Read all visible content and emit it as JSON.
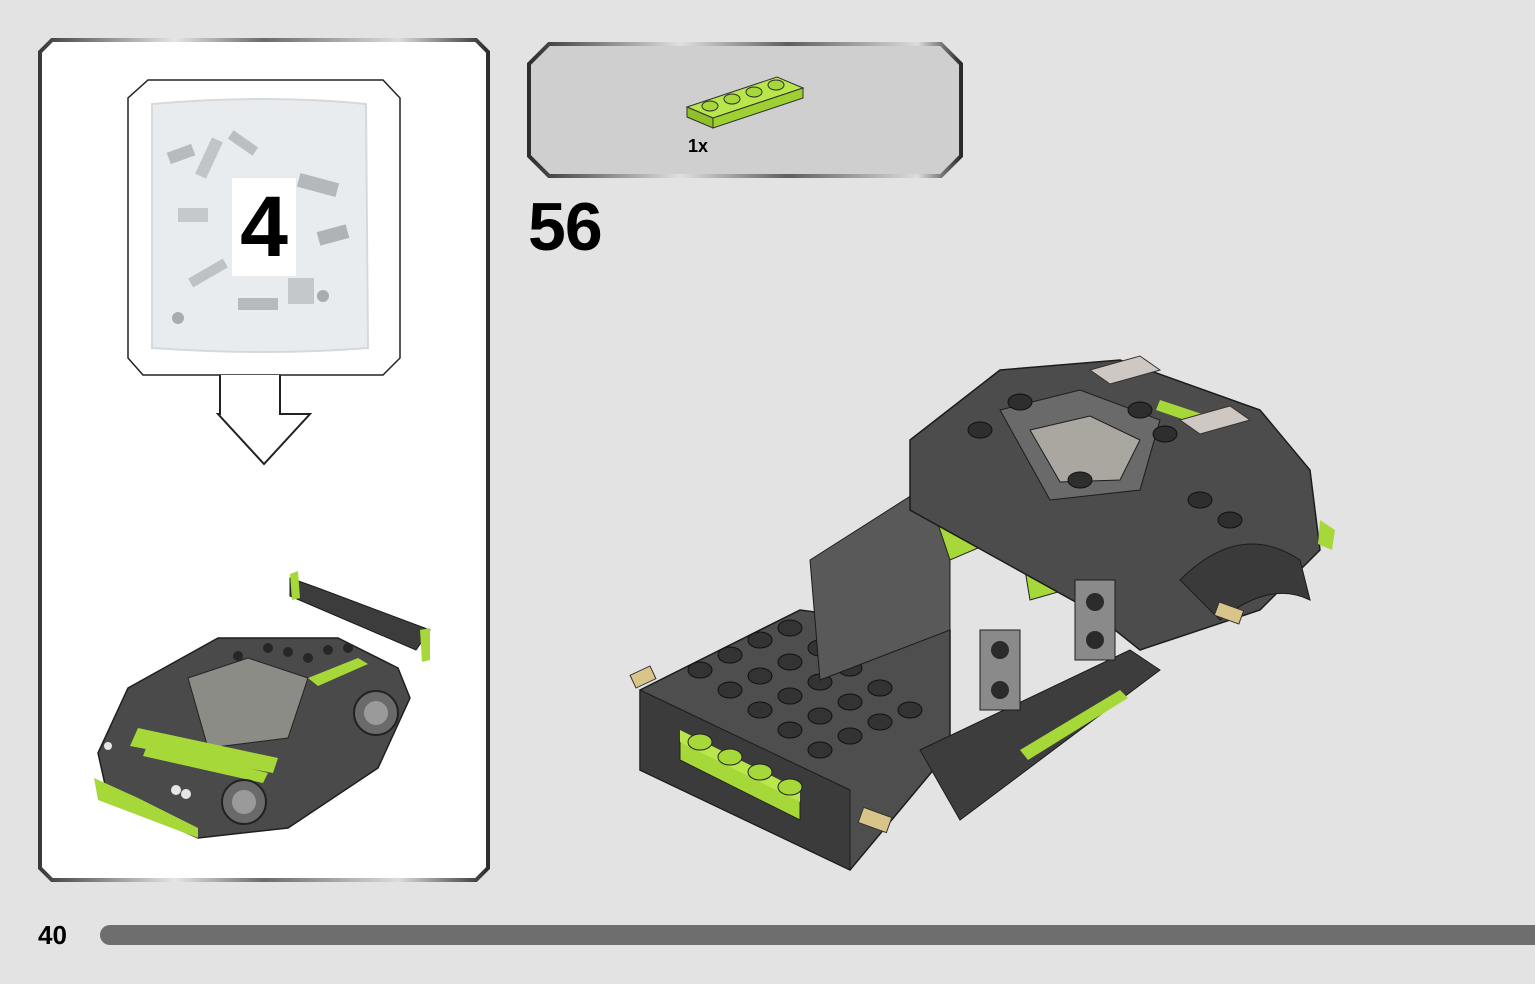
{
  "page": {
    "page_number": "40",
    "step_number": "56"
  },
  "sub_build": {
    "bag_number": "4"
  },
  "parts_callout": {
    "parts": [
      {
        "name": "lime-plate-1x4",
        "color": "#a6d83a",
        "quantity": "1x"
      }
    ]
  },
  "colors": {
    "background": "#e3e3e3",
    "callout_fill": "#cfcfcf",
    "lime": "#a6d83a",
    "dark_gray": "#4a4a4a",
    "progress": "#6e6e6e"
  }
}
